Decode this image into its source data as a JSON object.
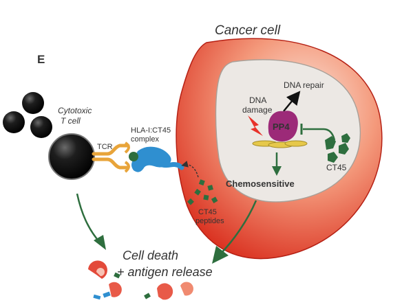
{
  "panel_label": "E",
  "labels": {
    "cancer_cell": "Cancer cell",
    "t_cell_line1": "Cytotoxic",
    "t_cell_line2": "T cell",
    "tcr": "TCR",
    "hla_line1": "HLA-I:CT45",
    "hla_line2": "complex",
    "dna_damage_line1": "DNA",
    "dna_damage_line2": "damage",
    "dna_repair": "DNA repair",
    "pp4": "PP4",
    "ct45": "CT45",
    "chemosensitive": "Chemosensitive",
    "ct45_peptides_line1": "CT45",
    "ct45_peptides_line2": "peptides",
    "cell_death_line1": "Cell death",
    "cell_death_line2": "+ antigen release"
  },
  "colors": {
    "cancer_membrane": "#e8402a",
    "nucleus": "#ece8e4",
    "pp4": "#9c2a78",
    "ct45": "#2e6e3e",
    "arrow_green": "#2e6e3e",
    "tcr": "#e8a43a",
    "hla": "#2f8fd0",
    "lightning": "#e8322a",
    "t_cell": "#111111"
  }
}
